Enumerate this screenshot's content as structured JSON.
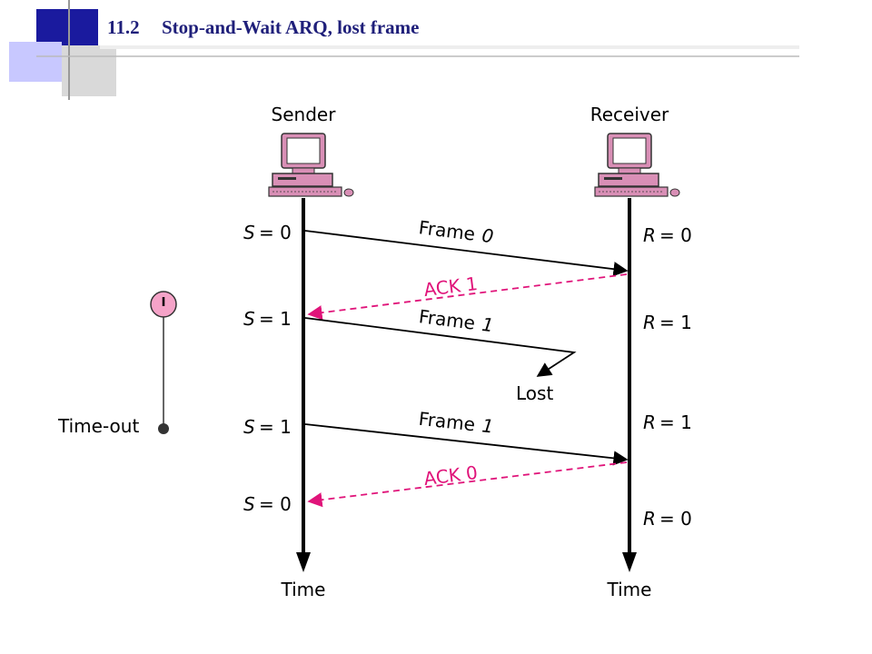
{
  "slide": {
    "section_number": "11.2",
    "section_title": "Stop-and-Wait ARQ, lost frame"
  },
  "diagram": {
    "sender_label": "Sender",
    "receiver_label": "Receiver",
    "sender_time_label": "Time",
    "receiver_time_label": "Time",
    "timer_label": "Time-out",
    "lost_label": "Lost",
    "sender_states": [
      {
        "var": "S",
        "value": "= 0"
      },
      {
        "var": "S",
        "value": "= 1"
      },
      {
        "var": "S",
        "value": "= 1"
      },
      {
        "var": "S",
        "value": "= 0"
      }
    ],
    "receiver_states": [
      {
        "var": "R",
        "value": "= 0"
      },
      {
        "var": "R",
        "value": "= 1"
      },
      {
        "var": "R",
        "value": "= 1"
      },
      {
        "var": "R",
        "value": "= 0"
      }
    ],
    "messages": [
      {
        "label": "Frame",
        "num": "0"
      },
      {
        "label": "ACK 1"
      },
      {
        "label": "Frame",
        "num": "1"
      },
      {
        "label": "Frame",
        "num": "1"
      },
      {
        "label": "ACK 0"
      }
    ],
    "colors": {
      "frame": "#000000",
      "ack": "#e0147a",
      "timer_fill": "#f5a3c8",
      "computer": "#d98fb6",
      "header_blue": "#1f1f7a"
    }
  }
}
